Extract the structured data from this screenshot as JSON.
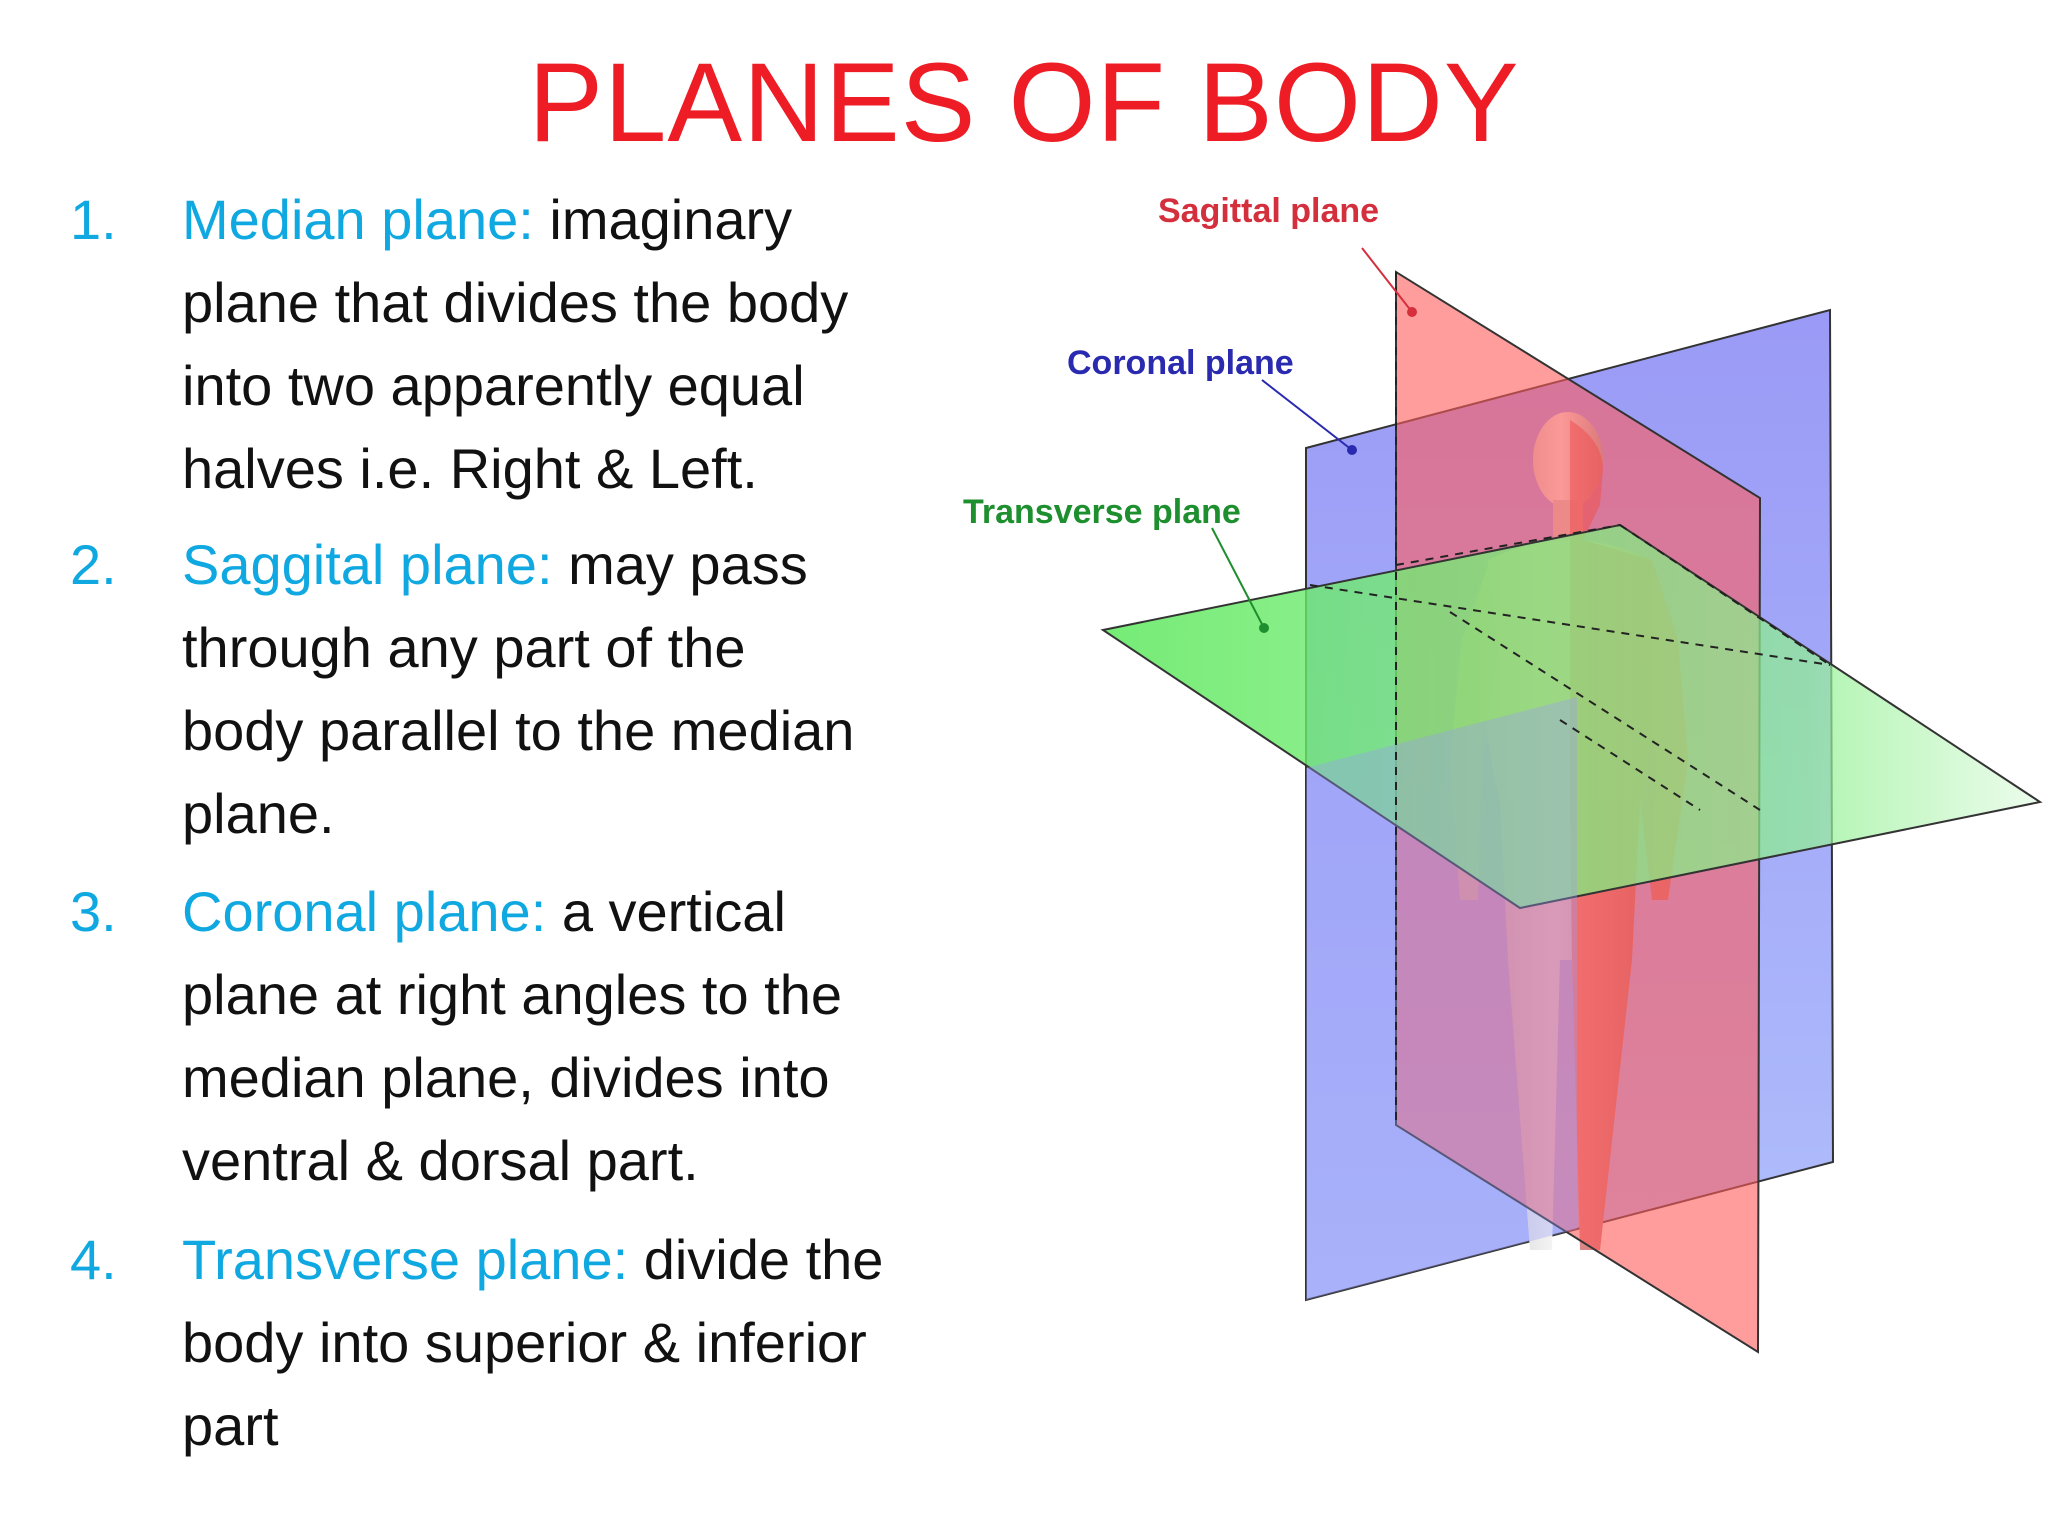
{
  "title": "PLANES OF BODY",
  "colors": {
    "title": "#ee1c25",
    "term": "#10a8e0",
    "body_text": "#111111",
    "sagittal": "#d42f3c",
    "coronal": "#2a2ab0",
    "transverse": "#1e8f2e"
  },
  "items": [
    {
      "number": "1.",
      "term": "Median plane:",
      "lines": [
        "imaginary",
        "plane that divides the body",
        "into two apparently equal",
        "halves i.e. Right & Left."
      ]
    },
    {
      "number": "2.",
      "term": "Saggital plane:",
      "lines": [
        "may pass",
        "through any part of the",
        "body parallel to the median",
        "plane."
      ]
    },
    {
      "number": "3.",
      "term": "Coronal plane:",
      "lines": [
        "a vertical",
        "plane at right angles to the",
        "median plane, divides into",
        "ventral & dorsal part."
      ]
    },
    {
      "number": "4.",
      "term": "Transverse plane:",
      "lines": [
        "divide the",
        "body into superior & inferior",
        "part"
      ]
    }
  ],
  "diagram": {
    "labels": {
      "sagittal": "Sagittal plane",
      "coronal": "Coronal plane",
      "transverse": "Transverse plane"
    }
  }
}
